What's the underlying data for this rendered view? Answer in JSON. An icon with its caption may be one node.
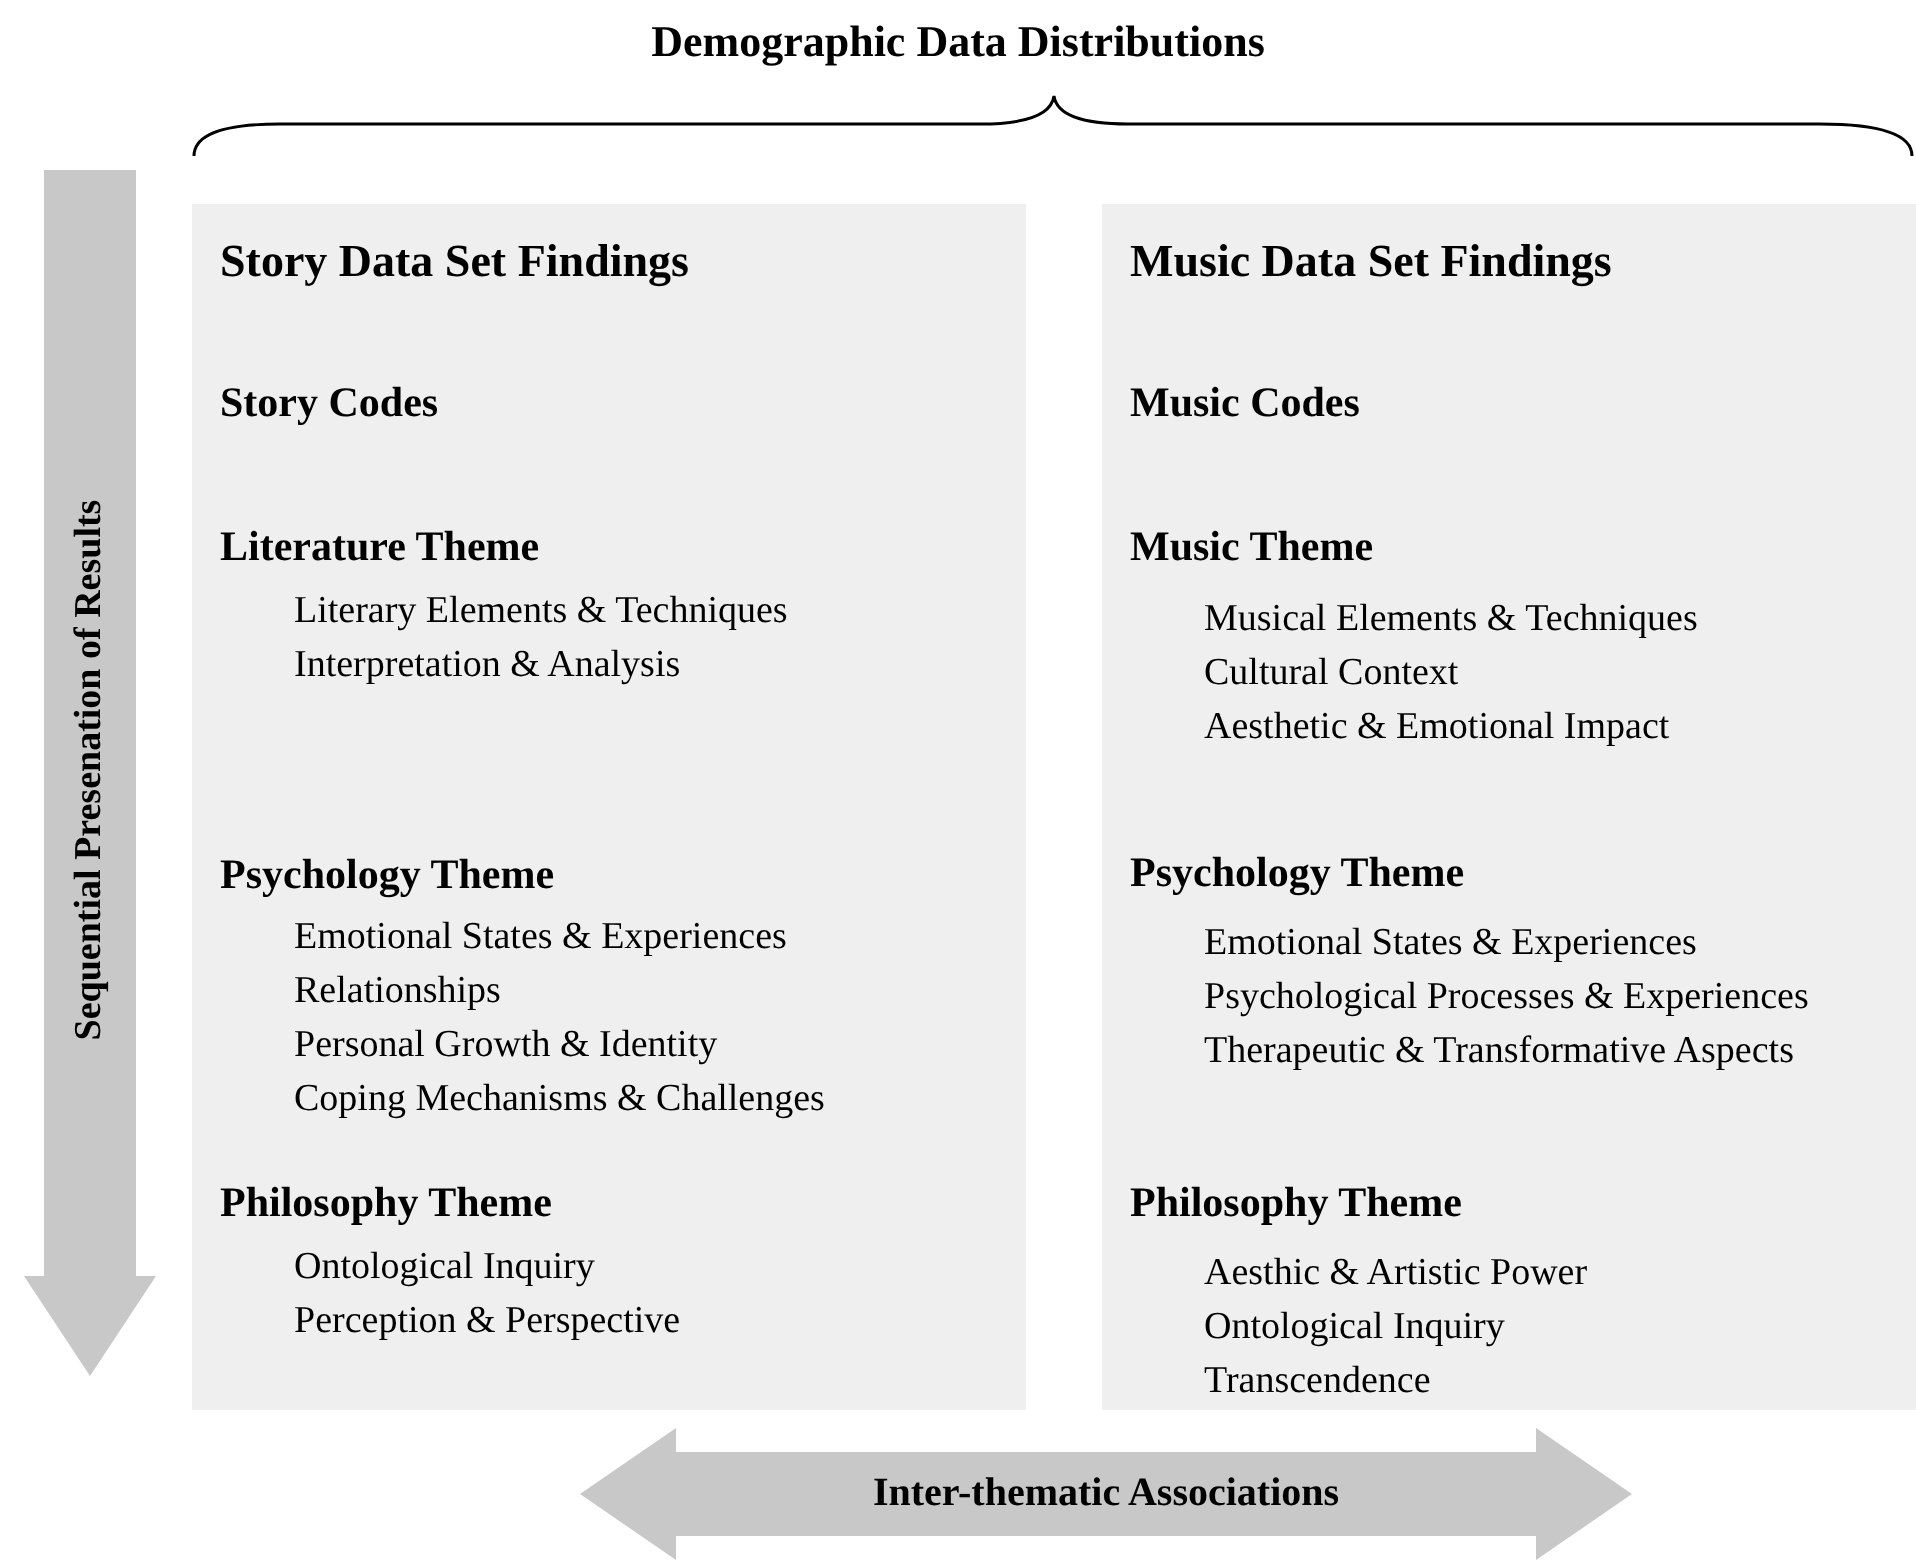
{
  "diagram": {
    "title": "Demographic Data Distributions",
    "nodes": [
      {
        "text": [
          "Story Data Set Findings",
          "Story Codes",
          "Literature Theme",
          "Literary Elements & Techniques",
          "Interpretation & Analysis",
          "Psychology Theme",
          "Emotional States & Experiences",
          "Relationships",
          "Personal Growth & Identity",
          "Coping Mechanisms & Challenges",
          "Philosophy Theme",
          "Ontological Inquiry",
          "Perception & Perspective"
        ]
      },
      {
        "text": [
          "Music Data Set Findings",
          "Music Codes",
          "Music Theme",
          "Musical Elements & Techniques",
          "Cultural Context",
          "Aesthetic & Emotional Impact",
          "Psychology Theme",
          "Emotional States & Experiences",
          "Psychological Processes & Experiences",
          "Therapeutic & Transformative Aspects",
          "Philosophy Theme",
          "Aesthic & Artistic Power",
          "Ontological Inquiry",
          "Transcendence"
        ]
      },
      {
        "text": [
          "Sequential Presenation of Results"
        ]
      },
      {
        "text": [
          "Inter-thematic Associations"
        ]
      }
    ]
  }
}
